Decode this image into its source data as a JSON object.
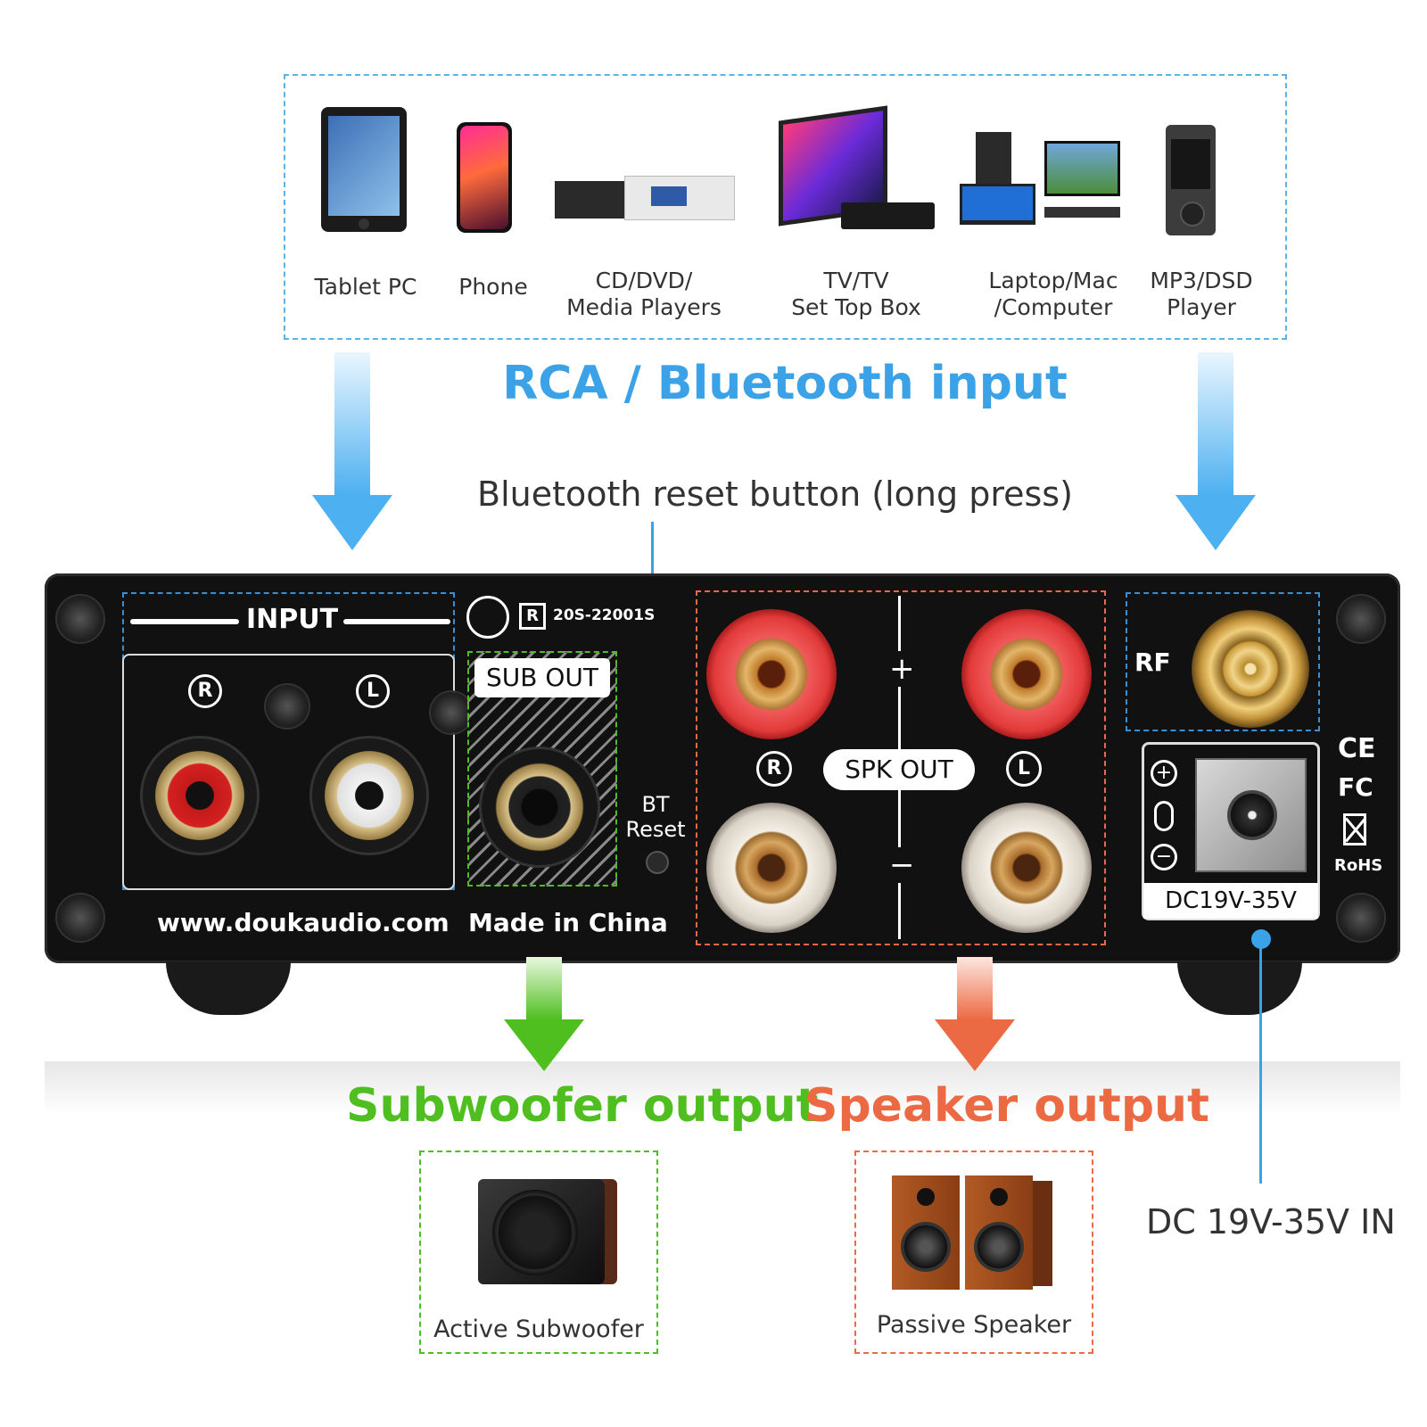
{
  "sources": [
    {
      "label": "Tablet PC",
      "icon": "tablet-icon"
    },
    {
      "label": "Phone",
      "icon": "phone-icon"
    },
    {
      "label": "CD/DVD/\nMedia Players",
      "icon": "media-player-icon"
    },
    {
      "label": "TV/TV\nSet Top Box",
      "icon": "tv-icon"
    },
    {
      "label": "Laptop/Mac\n/Computer",
      "icon": "computer-icon"
    },
    {
      "label": "MP3/DSD\nPlayer",
      "icon": "mp3-player-icon"
    }
  ],
  "input_title": "RCA / Bluetooth input",
  "bt_reset_note": "Bluetooth reset button (long press)",
  "panel": {
    "input_label": "INPUT",
    "channel_r": "R",
    "channel_l": "L",
    "cert_code": "20S-22001S",
    "sub_out_label": "SUB OUT",
    "bt_reset_label": "BT\nReset",
    "plus": "+",
    "minus": "−",
    "spk_out_label": "SPK OUT",
    "rf_label": "RF",
    "dc_label": "DC19V-35V",
    "website": "www.doukaudio.com",
    "made_in": "Made in China",
    "cert_ce": "CE",
    "cert_fc": "FC",
    "cert_rohs": "RoHS"
  },
  "subwoofer_title": "Subwoofer output",
  "speaker_title": "Speaker output",
  "dc_in_label": "DC 19V-35V IN",
  "subwoofer_product": "Active Subwoofer",
  "speaker_product": "Passive Speaker",
  "colors": {
    "input_blue": "#3ba2e8",
    "sub_green": "#4fbf1f",
    "speaker_orange": "#ec6a43"
  }
}
